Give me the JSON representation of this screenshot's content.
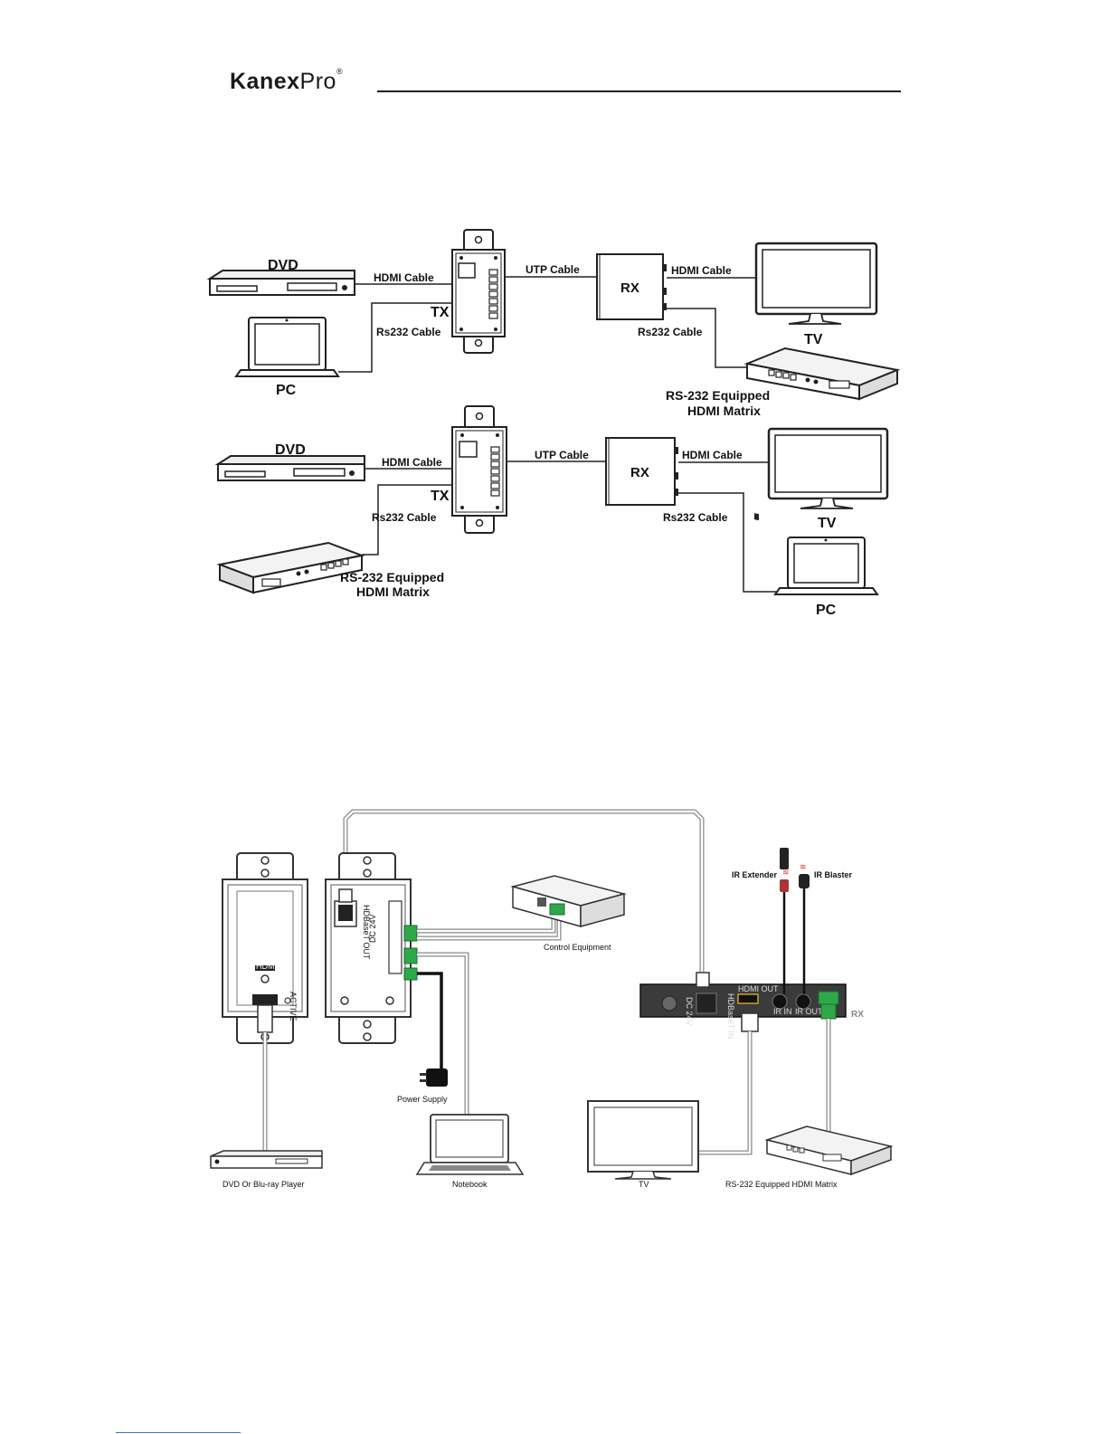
{
  "header": {
    "brand_bold": "Kanex",
    "brand_light": "Pro",
    "brand_mark": "®"
  },
  "diagram1": {
    "dvd": "DVD",
    "pc": "PC",
    "tx": "TX",
    "rx": "RX",
    "tv": "TV",
    "hdmi_cable_left": "HDMI Cable",
    "rs232_cable_left": "Rs232 Cable",
    "utp_cable": "UTP Cable",
    "hdmi_cable_right": "HDMI Cable",
    "rs232_cable_right": "Rs232 Cable",
    "matrix_line1": "RS-232 Equipped",
    "matrix_line2": "HDMI Matrix"
  },
  "diagram2": {
    "dvd": "DVD",
    "tx": "TX",
    "rx": "RX",
    "tv": "TV",
    "pc": "PC",
    "hdmi_cable_left": "HDMI Cable",
    "rs232_cable_left": "Rs232 Cable",
    "utp_cable": "UTP Cable",
    "hdmi_cable_right": "HDMI Cable",
    "rs232_cable_right": "Rs232 Cable",
    "matrix_line1": "RS-232 Equipped",
    "matrix_line2": "HDMI Matrix"
  },
  "diagram3": {
    "ir_extender": "IR Extender",
    "ir_blaster": "IR Blaster",
    "control_equipment": "Control Equipment",
    "power_supply": "Power Supply",
    "dvd_player": "DVD Or Blu-ray Player",
    "notebook": "Notebook",
    "tv": "TV",
    "matrix": "RS-232 Equipped HDMI Matrix",
    "rx": "RX",
    "hdmi_in": "HDMI IN",
    "active": "ACTIVE",
    "hdmi_out": "HDMI OUT",
    "ir_in": "IR IN",
    "ir_out": "IR OUT",
    "dc": "DC 24V",
    "hdbaset_out": "HDBaseT OUT",
    "hdbaset_in": "HDBaseT IN"
  }
}
